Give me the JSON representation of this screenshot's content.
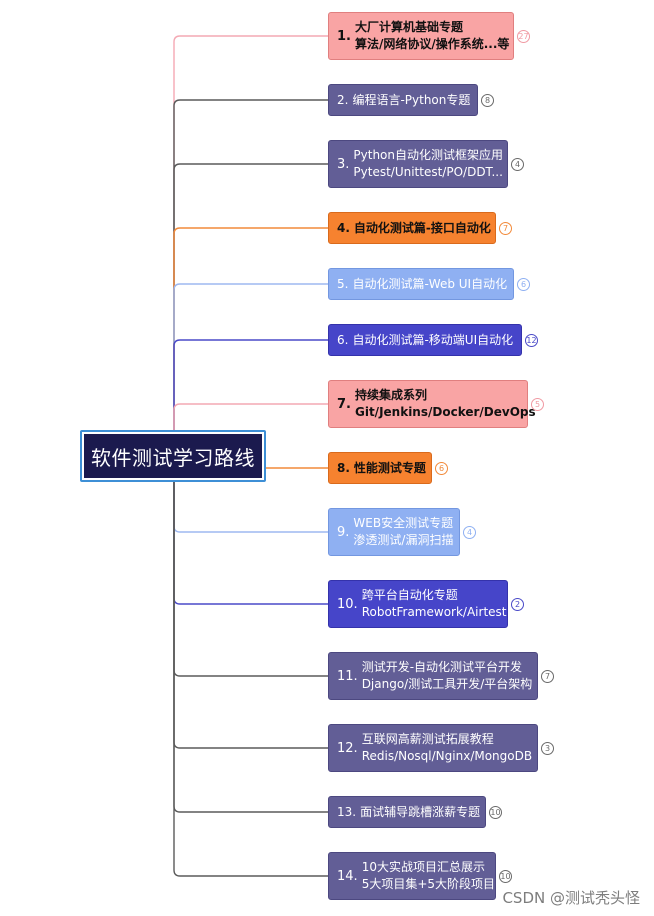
{
  "root": {
    "label": "软件测试学习路线"
  },
  "topics": [
    {
      "num": "1.",
      "lines": [
        "大厂计算机基础专题",
        "算法/网络协议/操作系统...等"
      ],
      "count": "27",
      "fill": "#f9a4a4",
      "border": "#e07f7f",
      "text": "#111111",
      "line": "#f4a9b4",
      "badge": "#f09aa3"
    },
    {
      "num": "2.",
      "lines": [
        "编程语言-Python专题"
      ],
      "count": "8",
      "fill": "#625e96",
      "border": "#4c4880",
      "text": "#ffffff",
      "line": "#5a5a5a",
      "badge": "#6a6a6a"
    },
    {
      "num": "3.",
      "lines": [
        "Python自动化测试框架应用",
        "Pytest/Unittest/PO/DDT..."
      ],
      "count": "4",
      "fill": "#625e96",
      "border": "#4c4880",
      "text": "#ffffff",
      "line": "#5a5a5a",
      "badge": "#6a6a6a"
    },
    {
      "num": "4.",
      "lines": [
        "自动化测试篇-接口自动化"
      ],
      "count": "7",
      "fill": "#f6822f",
      "border": "#d96a1c",
      "text": "#111111",
      "line": "#f28a3a",
      "badge": "#f28a3a"
    },
    {
      "num": "5.",
      "lines": [
        "自动化测试篇-Web UI自动化"
      ],
      "count": "6",
      "fill": "#8fb0f2",
      "border": "#7397e0",
      "text": "#ffffff",
      "line": "#9db8f0",
      "badge": "#8fb0f2"
    },
    {
      "num": "6.",
      "lines": [
        "自动化测试篇-移动端UI自动化"
      ],
      "count": "12",
      "fill": "#4645c9",
      "border": "#3432ab",
      "text": "#ffffff",
      "line": "#4a4ac8",
      "badge": "#4a4ac8"
    },
    {
      "num": "7.",
      "lines": [
        "持续集成系列",
        "Git/Jenkins/Docker/DevOps"
      ],
      "count": "5",
      "fill": "#f9a4a4",
      "border": "#e07f7f",
      "text": "#111111",
      "line": "#f4a9b4",
      "badge": "#f09aa3"
    },
    {
      "num": "8.",
      "lines": [
        "性能测试专题"
      ],
      "count": "6",
      "fill": "#f6822f",
      "border": "#d96a1c",
      "text": "#111111",
      "line": "#f28a3a",
      "badge": "#f28a3a"
    },
    {
      "num": "9.",
      "lines": [
        "WEB安全测试专题",
        "渗透测试/漏洞扫描"
      ],
      "count": "4",
      "fill": "#8fb0f2",
      "border": "#7397e0",
      "text": "#ffffff",
      "line": "#9db8f0",
      "badge": "#8fb0f2"
    },
    {
      "num": "10.",
      "lines": [
        "跨平台自动化专题",
        "RobotFramework/Airtest"
      ],
      "count": "2",
      "fill": "#4645c9",
      "border": "#3432ab",
      "text": "#ffffff",
      "line": "#4a4ac8",
      "badge": "#4a4ac8"
    },
    {
      "num": "11.",
      "lines": [
        "测试开发-自动化测试平台开发",
        "Django/测试工具开发/平台架构"
      ],
      "count": "7",
      "fill": "#625e96",
      "border": "#4c4880",
      "text": "#ffffff",
      "line": "#5a5a5a",
      "badge": "#6a6a6a"
    },
    {
      "num": "12.",
      "lines": [
        "互联网高薪测试拓展教程",
        "Redis/Nosql/Nginx/MongoDB"
      ],
      "count": "3",
      "fill": "#625e96",
      "border": "#4c4880",
      "text": "#ffffff",
      "line": "#5a5a5a",
      "badge": "#6a6a6a"
    },
    {
      "num": "13.",
      "lines": [
        "面试辅导跳槽涨薪专题"
      ],
      "count": "10",
      "fill": "#625e96",
      "border": "#4c4880",
      "text": "#ffffff",
      "line": "#5a5a5a",
      "badge": "#6a6a6a"
    },
    {
      "num": "14.",
      "lines": [
        "10大实战项目汇总展示",
        "5大项目集+5大阶段项目"
      ],
      "count": "10",
      "fill": "#625e96",
      "border": "#4c4880",
      "text": "#ffffff",
      "line": "#5a5a5a",
      "badge": "#6a6a6a"
    }
  ],
  "watermark": "CSDN @测试秃头怪"
}
